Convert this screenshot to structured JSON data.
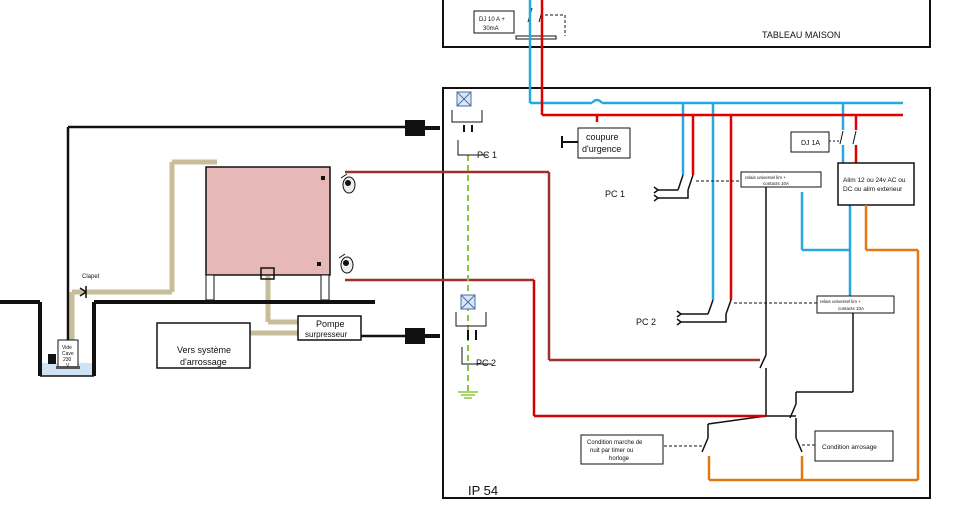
{
  "labels": {
    "tableau_maison": "TABLEAU MAISON",
    "dj10a_line1": "DJ 10 A +",
    "dj10a_line2": "30mA",
    "dj1a": "DJ 1A",
    "coupure_line1": "coupure",
    "coupure_line2": "d'urgence",
    "pc1": "PC 1",
    "pc2": "PC 2",
    "pc1_left": "PC 1",
    "pc2_left": "PC 2",
    "relais1_line1": "relais universel lim +",
    "relais1_line2": "contacts 10A",
    "relais2_line1": "relais universel lim +",
    "relais2_line2": "contacts 10A",
    "alim_line1": "Alim 12 ou 24v AC ou",
    "alim_line2": "DC ou alim exterieur",
    "cond_nuit_line1": "Condition marche de",
    "cond_nuit_line2": "nuit par timer ou",
    "cond_nuit_line3": "horloge",
    "cond_arrosage": "Condition arrosage",
    "ip54": "IP 54",
    "pompe_line1": "Pompe",
    "pompe_line2": "surpresseur",
    "arrosage_line1": "Vers système",
    "arrosage_line2": "d'arrossage",
    "clapet": "Clapet",
    "vide_cave_line1": "Vide",
    "vide_cave_line2": "Cave",
    "vide_cave_line3": "230",
    "vide_cave_line4": "V"
  },
  "colors": {
    "phase": "#e00000",
    "neutral": "#29a8e0",
    "cable": "#a03030",
    "control": "#e07a10",
    "earth": "#8cc63f",
    "pipe": "#c8bd9a",
    "tank": "#e6b8b8",
    "water": "#cfe3f4"
  }
}
